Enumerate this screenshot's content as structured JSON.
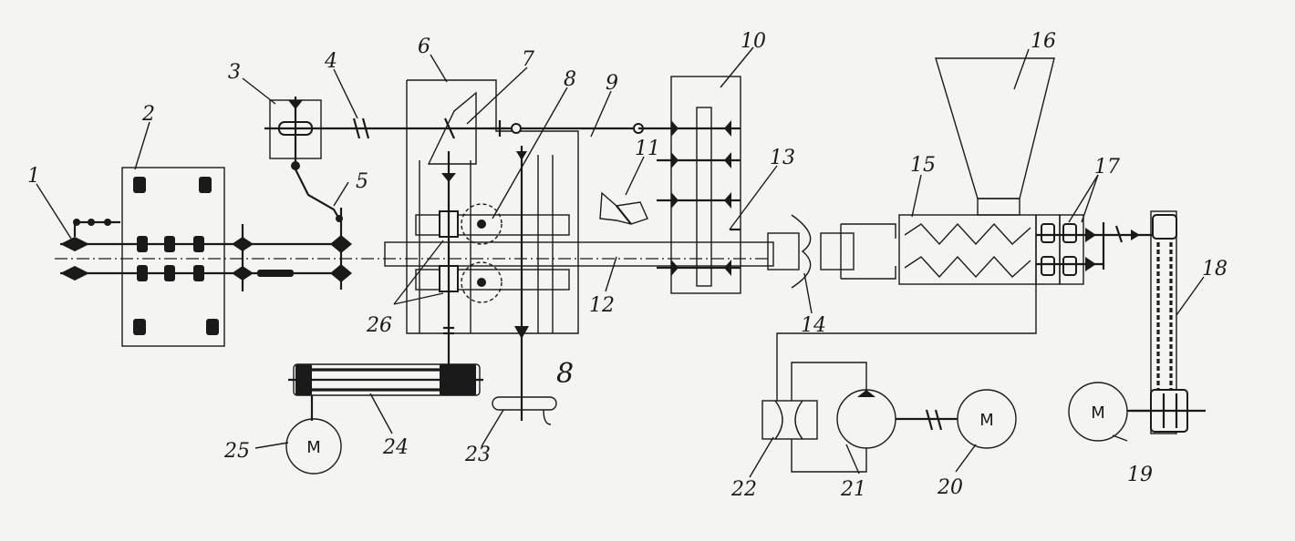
{
  "labels": [
    {
      "id": "1",
      "text": "1"
    },
    {
      "id": "2",
      "text": "2"
    },
    {
      "id": "3",
      "text": "3"
    },
    {
      "id": "4",
      "text": "4"
    },
    {
      "id": "5",
      "text": "5"
    },
    {
      "id": "6",
      "text": "6"
    },
    {
      "id": "7",
      "text": "7"
    },
    {
      "id": "8",
      "text": "8"
    },
    {
      "id": "9",
      "text": "9"
    },
    {
      "id": "10",
      "text": "10"
    },
    {
      "id": "11",
      "text": "11"
    },
    {
      "id": "12",
      "text": "12"
    },
    {
      "id": "13",
      "text": "13"
    },
    {
      "id": "14",
      "text": "14"
    },
    {
      "id": "15",
      "text": "15"
    },
    {
      "id": "16",
      "text": "16"
    },
    {
      "id": "17",
      "text": "17"
    },
    {
      "id": "18",
      "text": "18"
    },
    {
      "id": "19",
      "text": "19"
    },
    {
      "id": "20",
      "text": "20"
    },
    {
      "id": "21",
      "text": "21"
    },
    {
      "id": "22",
      "text": "22"
    },
    {
      "id": "23",
      "text": "23"
    },
    {
      "id": "24",
      "text": "24"
    },
    {
      "id": "25",
      "text": "25"
    },
    {
      "id": "26",
      "text": "26"
    },
    {
      "id": "v",
      "text": "8"
    }
  ],
  "motor_symbol": "M"
}
